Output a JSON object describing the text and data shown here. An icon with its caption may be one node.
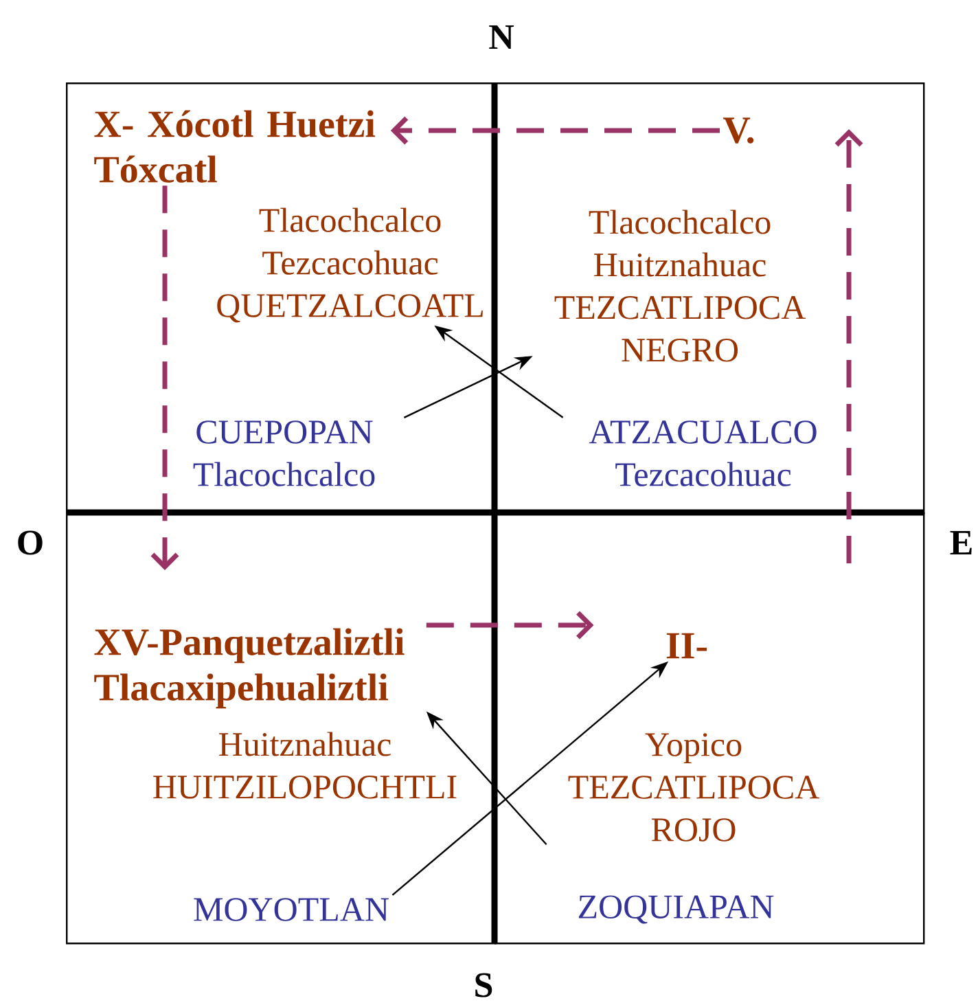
{
  "diagram": {
    "nodes": [
      {
        "text": [],
        "shape": "box"
      },
      {
        "text": [
          "X- Xócotl Huetzi Tóxcatl"
        ],
        "in": 0
      },
      {
        "text": [
          "Tlacochcalco Tezcacohuac QUETZALCOATL"
        ],
        "in": 0
      },
      {
        "text": [
          "CUEPOPAN Tlacochcalco"
        ],
        "in": 0
      },
      {
        "text": [],
        "shape": "box"
      },
      {
        "text": [
          "V."
        ],
        "in": 4
      },
      {
        "text": [
          "Tlacochcalco Huitznahuac TEZCATLIPOCA NEGRO"
        ],
        "in": 4
      },
      {
        "text": [
          "ATZACUALCO Tezcacohuac"
        ],
        "in": 4
      },
      {
        "text": [],
        "shape": "box"
      },
      {
        "text": [
          "XV-Panquetzaliztli Tlacaxipehualiztli"
        ],
        "in": 8
      },
      {
        "text": [
          "Huitznahuac HUITZILOPOCHTLI"
        ],
        "in": 8
      },
      {
        "text": [
          "MOYOTLAN"
        ],
        "in": 8
      },
      {
        "text": [],
        "shape": "box"
      },
      {
        "text": [
          "II-"
        ],
        "in": 12
      },
      {
        "text": [
          "Yopico TEZCATLIPOCA ROJO"
        ],
        "in": 12
      },
      {
        "text": [
          "ZOQUIAPAN"
        ],
        "in": 12
      }
    ],
    "edges": [
      {
        "from": 3,
        "to": 6,
        "arrow": "to"
      },
      {
        "from": 7,
        "to": 2,
        "arrow": "to"
      },
      {
        "from": 11,
        "to": 13,
        "arrow": "to"
      },
      {
        "from": 14,
        "to": 9,
        "arrow": "to"
      },
      {
        "from": 5,
        "to": 1,
        "arrow": "to",
        "style": "dashed",
        "color": "#993366"
      },
      {
        "from": 1,
        "to": 9,
        "arrow": "to",
        "style": "dashed",
        "color": "#993366"
      },
      {
        "from": 9,
        "to": 13,
        "arrow": "to",
        "style": "dashed",
        "color": "#993366"
      },
      {
        "from": 12,
        "to": 4,
        "arrow": "to",
        "style": "dashed",
        "color": "#993366"
      }
    ],
    "labels": [
      "N",
      "O",
      "E",
      "S"
    ]
  }
}
